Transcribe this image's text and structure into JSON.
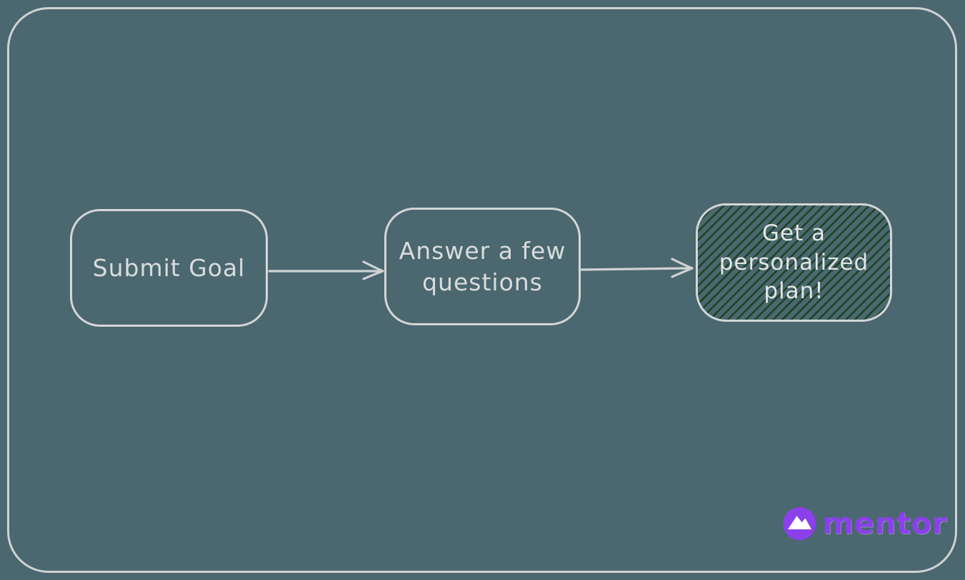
{
  "canvas": {
    "background_color": "#4b6770",
    "frame_border_color": "#cfd2d3"
  },
  "diagram": {
    "stroke_color": "#d4d6d7",
    "text_color": "#dadcdc",
    "nodes": [
      {
        "label": "Submit Goal",
        "fill": "none"
      },
      {
        "label": "Answer a few questions",
        "fill": "none"
      },
      {
        "label": "Get a personalized plan!",
        "fill": "green-diagonal-hatch",
        "hatch_color": "#1b4322"
      }
    ],
    "arrows": [
      {
        "from": "submit-goal",
        "to": "answer-a-few-questions"
      },
      {
        "from": "answer-a-few-questions",
        "to": "get-a-personalized-plan"
      }
    ]
  },
  "logo": {
    "brand": "mentor",
    "icon": "mountain-icon",
    "accent_color": "#8b40ec",
    "icon_foreground": "#ffffff"
  }
}
